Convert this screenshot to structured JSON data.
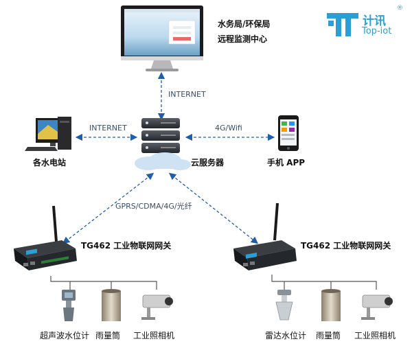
{
  "logo": {
    "cn": "计讯",
    "en": "Top-iot",
    "mark": "®"
  },
  "center": {
    "line1": "水务局/环保局",
    "line2": "远程监测中心"
  },
  "links": {
    "internet_top": "INTERNET",
    "internet_left": "INTERNET",
    "wifi": "4G/Wifi",
    "gprs": "GPRS/CDMA/4G/光纤"
  },
  "nodes": {
    "station": "各水电站",
    "cloud": "云服务器",
    "phone": "手机 APP",
    "gateway_left": "TG462 工业物联网网关",
    "gateway_right": "TG462 工业物联网网关"
  },
  "sensors_left": [
    "超声波水位计",
    "雨量筒",
    "工业照相机"
  ],
  "sensors_right": [
    "雷达水位计",
    "雨量筒",
    "工业照相机"
  ],
  "colors": {
    "accent": "#2a9fd6",
    "link": "#1f5fa8"
  }
}
